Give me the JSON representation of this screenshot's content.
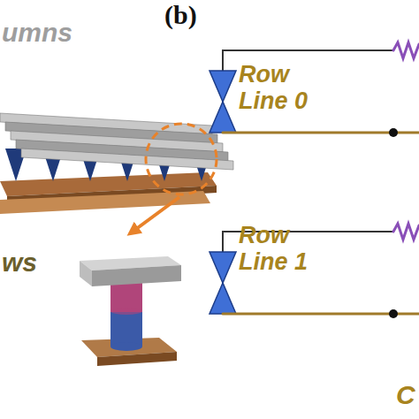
{
  "diagram": {
    "labels": [
      "umns",
      "(b)",
      "Row Line 0",
      "Row Line 1",
      "ws",
      "C"
    ]
  }
}
